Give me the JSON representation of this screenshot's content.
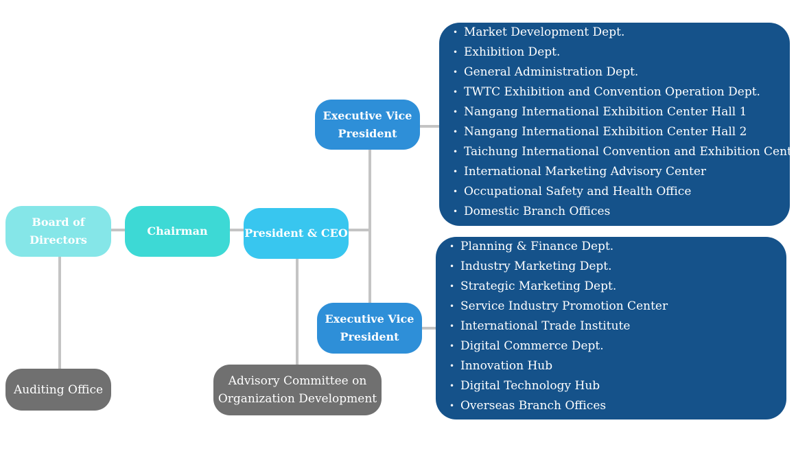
{
  "nodes": {
    "board": "Board of Directors",
    "chairman": "Chairman",
    "president": "President & CEO",
    "evp_top": [
      "Executive Vice",
      "President"
    ],
    "evp_bottom": [
      "Executive Vice",
      "President"
    ],
    "auditing": "Auditing Office",
    "advisory": [
      "Advisory Committee on",
      "Organization Development"
    ]
  },
  "panel_top": [
    "Market Development Dept.",
    "Exhibition Dept.",
    "General Administration Dept.",
    "TWTC Exhibition and Convention Operation Dept.",
    "Nangang International Exhibition Center Hall 1",
    "Nangang International Exhibition Center Hall 2",
    "Taichung International Convention and Exhibition Center",
    "International Marketing Advisory Center",
    "Occupational Safety and Health Office",
    "Domestic Branch Offices"
  ],
  "panel_bottom": [
    "Planning & Finance Dept.",
    "Industry Marketing Dept.",
    "Strategic Marketing Dept.",
    "Service Industry Promotion Center",
    "International Trade Institute",
    "Digital Commerce Dept.",
    "Innovation Hub",
    "Digital Technology Hub",
    "Overseas Branch Offices"
  ],
  "colors": {
    "board": "#85e6e8",
    "chairman": "#3dd9d5",
    "president": "#38c6ef",
    "evp": "#2e8fd8",
    "panel": "#15528a",
    "gray": "#707070",
    "connector": "#c4c4c4"
  }
}
